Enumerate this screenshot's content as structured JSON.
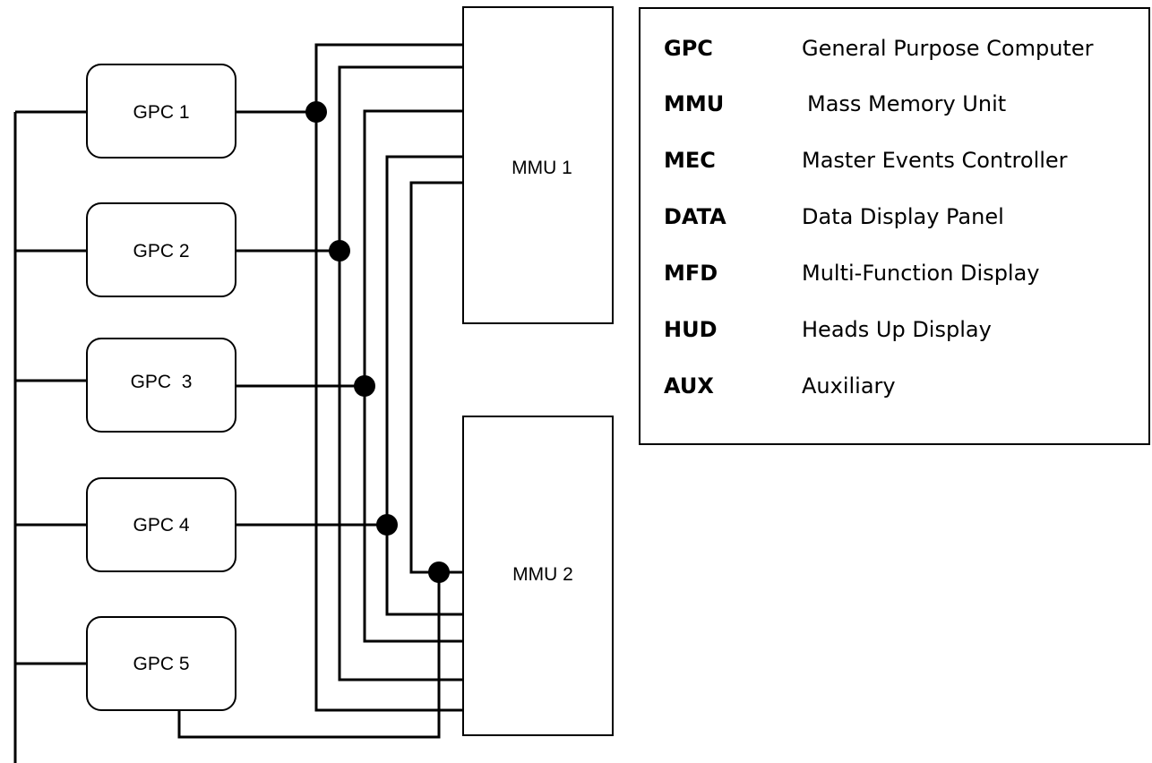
{
  "nodes": {
    "gpc1": "GPC 1",
    "gpc2": "GPC 2",
    "gpc3": "GPC  3",
    "gpc4": "GPC 4",
    "gpc5": "GPC 5",
    "mmu1": "MMU 1",
    "mmu2": "MMU 2"
  },
  "legend": [
    {
      "abbr": "GPC",
      "desc": "General Purpose Computer"
    },
    {
      "abbr": "MMU",
      "desc": "Mass Memory Unit"
    },
    {
      "abbr": "MEC",
      "desc": "Master Events Controller"
    },
    {
      "abbr": "DATA",
      "desc": "Data Display Panel"
    },
    {
      "abbr": "MFD",
      "desc": "Multi-Function Display"
    },
    {
      "abbr": "HUD",
      "desc": "Heads Up Display"
    },
    {
      "abbr": "AUX",
      "desc": "Auxiliary"
    }
  ]
}
